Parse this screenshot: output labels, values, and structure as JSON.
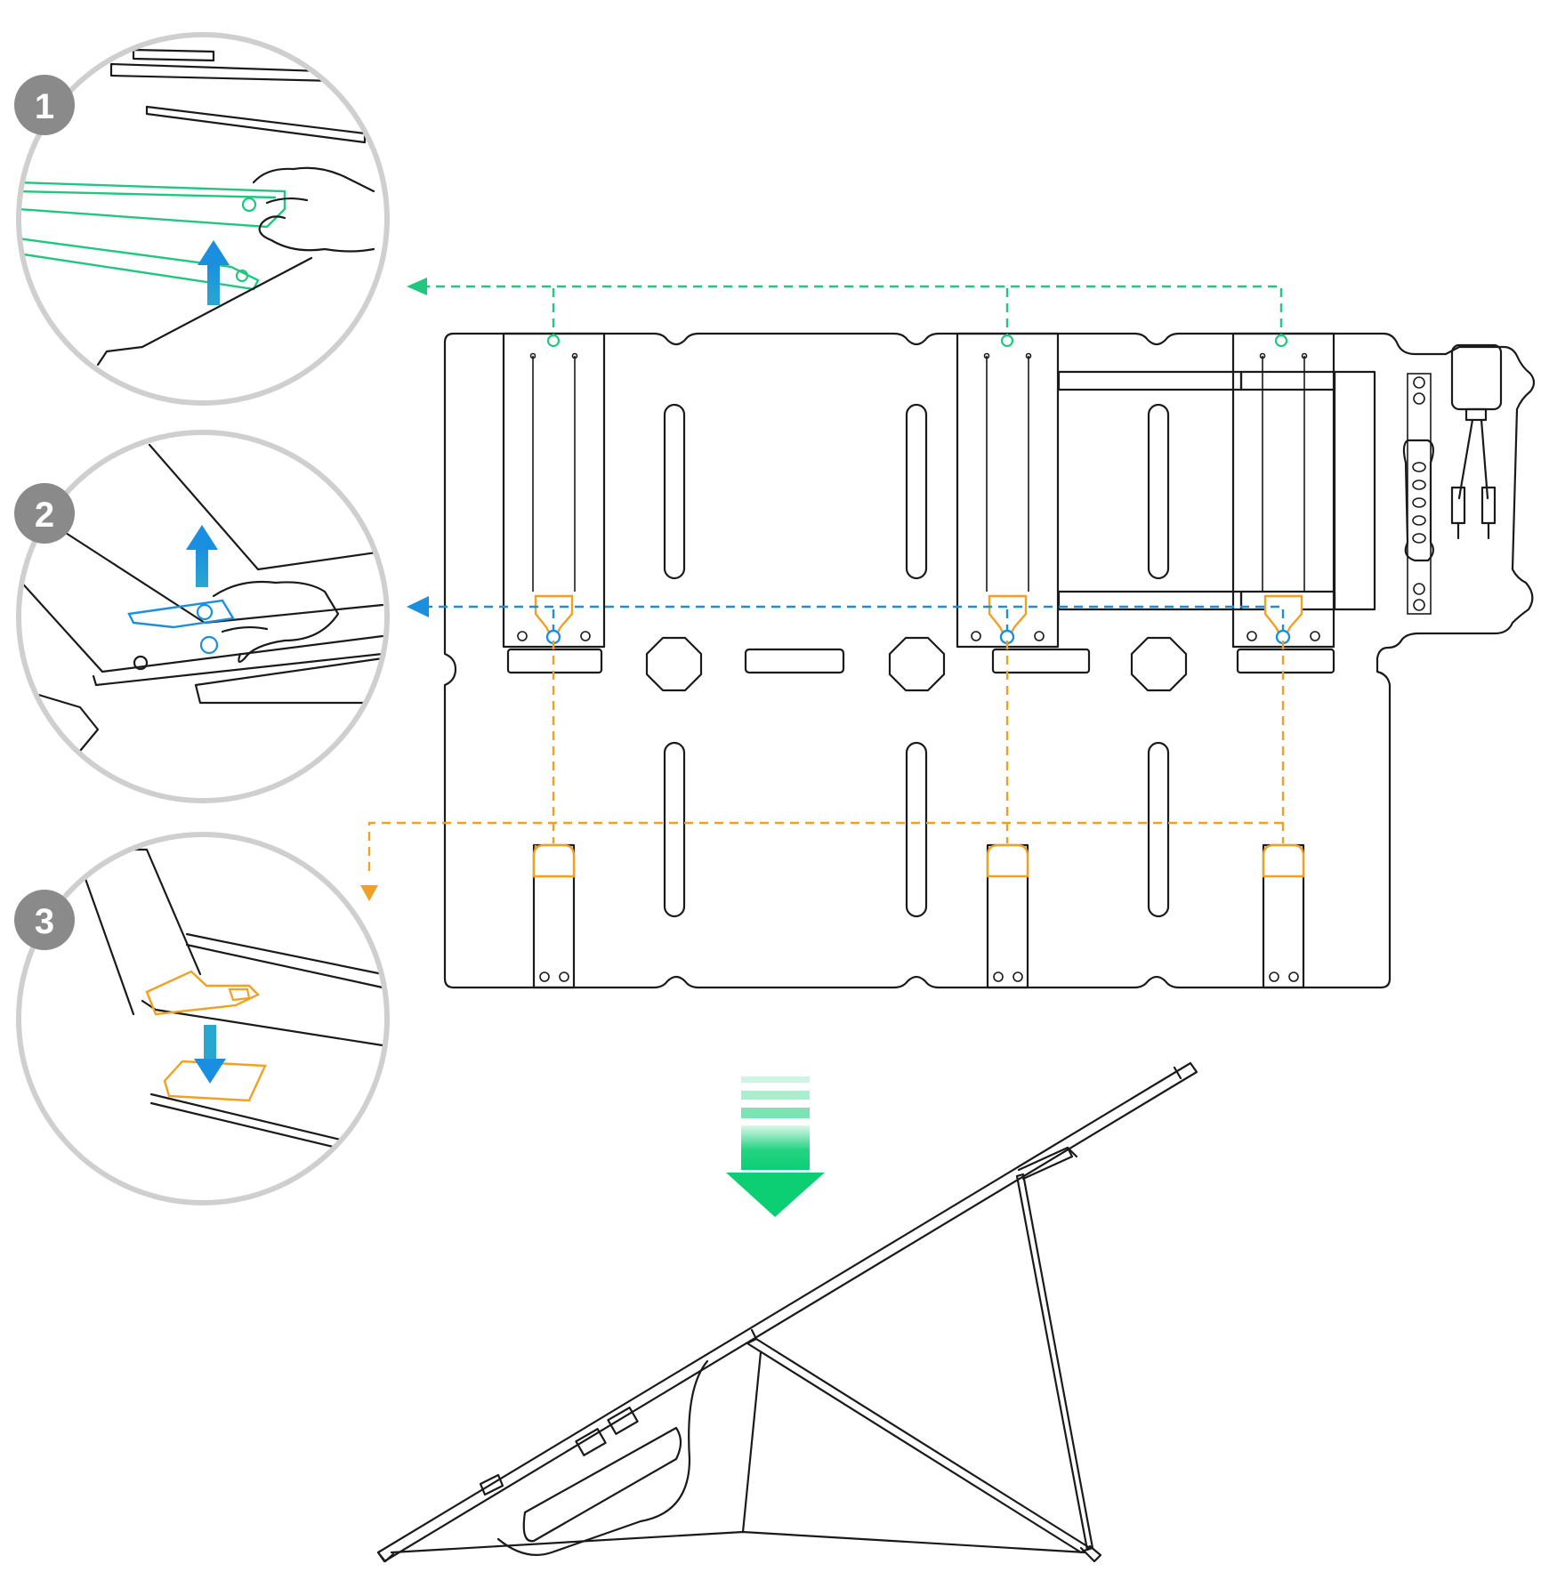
{
  "colors": {
    "green": "#1fc77f",
    "blue": "#1a8fe0",
    "orange": "#f0a022",
    "line": "#1a1a1a",
    "circle_border": "#cfcfcf",
    "badge": "#8a8a8a",
    "down_arrow": "#0ccf74"
  },
  "steps": [
    {
      "number": "1",
      "description_icon": "lift-panel-icon"
    },
    {
      "number": "2",
      "description_icon": "lift-latch-icon"
    },
    {
      "number": "3",
      "description_icon": "lower-tab-icon"
    }
  ],
  "icons": {
    "green_indicator": "arrow-left-icon",
    "blue_indicator": "arrow-left-icon",
    "orange_indicator": "arrow-down-icon",
    "transition": "arrow-down-icon"
  }
}
